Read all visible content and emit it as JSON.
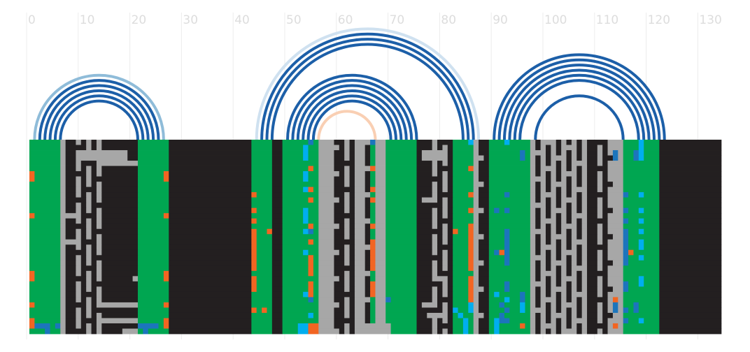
{
  "chart_data": {
    "type": "heatmap",
    "title": "",
    "xlabel": "",
    "ylabel": "",
    "xlim": [
      0,
      134
    ],
    "x_ticks": [
      0,
      10,
      20,
      30,
      40,
      50,
      60,
      70,
      80,
      90,
      100,
      110,
      120,
      130
    ],
    "grid": true,
    "row_count": 37,
    "palette": {
      "green": "#00a651",
      "black": "#231f20",
      "gray": "#a7a7a7",
      "orange": "#f26522",
      "dark_blue": "#1c75bc",
      "light_blue": "#00aeef"
    },
    "column_blocks": [
      {
        "start": 0,
        "end": 6,
        "base": "green"
      },
      {
        "start": 6,
        "end": 7,
        "base": "gray"
      },
      {
        "start": 7,
        "end": 21,
        "base": "black"
      },
      {
        "start": 21,
        "end": 27,
        "base": "green"
      },
      {
        "start": 27,
        "end": 43,
        "base": "black"
      },
      {
        "start": 43,
        "end": 47,
        "base": "green"
      },
      {
        "start": 47,
        "end": 49,
        "base": "black"
      },
      {
        "start": 49,
        "end": 56,
        "base": "green"
      },
      {
        "start": 56,
        "end": 60,
        "base": "gray"
      },
      {
        "start": 60,
        "end": 63,
        "base": "black"
      },
      {
        "start": 63,
        "end": 66,
        "base": "gray"
      },
      {
        "start": 66,
        "end": 67,
        "base": "green"
      },
      {
        "start": 67,
        "end": 69,
        "base": "gray"
      },
      {
        "start": 69,
        "end": 75,
        "base": "green"
      },
      {
        "start": 75,
        "end": 82,
        "base": "black"
      },
      {
        "start": 82,
        "end": 85,
        "base": "green"
      },
      {
        "start": 85,
        "end": 86,
        "base": "green"
      },
      {
        "start": 86,
        "end": 88,
        "base": "gray"
      },
      {
        "start": 88,
        "end": 89,
        "base": "black"
      },
      {
        "start": 89,
        "end": 97,
        "base": "green"
      },
      {
        "start": 97,
        "end": 103,
        "base": "gray"
      },
      {
        "start": 103,
        "end": 108,
        "base": "gray"
      },
      {
        "start": 108,
        "end": 113,
        "base": "black"
      },
      {
        "start": 113,
        "end": 115,
        "base": "gray"
      },
      {
        "start": 115,
        "end": 122,
        "base": "green"
      },
      {
        "start": 122,
        "end": 134,
        "base": "black"
      }
    ],
    "pattern_columns": [
      {
        "col": 9,
        "color": "gray"
      },
      {
        "col": 11,
        "color": "gray"
      },
      {
        "col": 13,
        "color": "gray"
      },
      {
        "col": 59,
        "color": "black"
      },
      {
        "col": 61,
        "color": "gray"
      },
      {
        "col": 65,
        "color": "black"
      },
      {
        "col": 78,
        "color": "gray"
      },
      {
        "col": 80,
        "color": "gray"
      },
      {
        "col": 87,
        "color": "black"
      },
      {
        "col": 98,
        "color": "black"
      },
      {
        "col": 100,
        "color": "black"
      },
      {
        "col": 102,
        "color": "black"
      },
      {
        "col": 104,
        "color": "black"
      },
      {
        "col": 106,
        "color": "black"
      },
      {
        "col": 110,
        "color": "gray"
      },
      {
        "col": 112,
        "color": "gray"
      }
    ],
    "accent_cells": [
      {
        "col": 0,
        "rows": [
          6,
          7,
          14,
          25,
          26,
          31,
          34,
          35
        ],
        "color": "orange"
      },
      {
        "col": 1,
        "rows": [
          35
        ],
        "color": "dark_blue"
      },
      {
        "col": 2,
        "rows": [
          35
        ],
        "color": "dark_blue"
      },
      {
        "col": 3,
        "rows": [
          35,
          36
        ],
        "color": "dark_blue"
      },
      {
        "col": 5,
        "rows": [
          35
        ],
        "color": "dark_blue"
      },
      {
        "col": 21,
        "rows": [
          35
        ],
        "color": "dark_blue"
      },
      {
        "col": 22,
        "rows": [
          35,
          36
        ],
        "color": "dark_blue"
      },
      {
        "col": 23,
        "rows": [
          35
        ],
        "color": "dark_blue"
      },
      {
        "col": 24,
        "rows": [
          35
        ],
        "color": "dark_blue"
      },
      {
        "col": 26,
        "rows": [
          6,
          7,
          14,
          25,
          26,
          31,
          34,
          35
        ],
        "color": "orange"
      },
      {
        "col": 43,
        "rows": [
          10,
          13,
          15,
          17,
          18,
          19,
          20,
          21,
          22,
          23,
          24,
          26,
          27,
          28,
          32
        ],
        "color": "orange"
      },
      {
        "col": 45,
        "rows": [
          32
        ],
        "color": "orange"
      },
      {
        "col": 46,
        "rows": [
          17
        ],
        "color": "orange"
      },
      {
        "col": 53,
        "rows": [
          1,
          2,
          3,
          6,
          7,
          9,
          13,
          14,
          15,
          17,
          21,
          29,
          35,
          36
        ],
        "color": "light_blue"
      },
      {
        "col": 54,
        "rows": [
          0,
          17,
          30
        ],
        "color": "dark_blue"
      },
      {
        "col": 54,
        "rows": [
          5,
          9,
          11,
          16,
          19,
          22,
          23,
          24,
          25,
          27,
          28,
          29,
          35,
          36
        ],
        "color": "orange"
      },
      {
        "col": 54,
        "rows": [
          33
        ],
        "color": "light_blue"
      },
      {
        "col": 55,
        "rows": [
          35,
          36
        ],
        "color": "orange"
      },
      {
        "col": 52,
        "rows": [
          35,
          36
        ],
        "color": "light_blue"
      },
      {
        "col": 66,
        "rows": [
          0
        ],
        "color": "dark_blue"
      },
      {
        "col": 66,
        "rows": [
          5,
          9,
          11,
          16,
          19,
          20,
          21,
          22,
          23,
          24,
          27,
          28,
          29
        ],
        "color": "orange"
      },
      {
        "col": 69,
        "rows": [
          30
        ],
        "color": "dark_blue"
      },
      {
        "col": 82,
        "rows": [
          17
        ],
        "color": "orange"
      },
      {
        "col": 82,
        "rows": [
          32
        ],
        "color": "light_blue"
      },
      {
        "col": 83,
        "rows": [
          33
        ],
        "color": "light_blue"
      },
      {
        "col": 84,
        "rows": [
          34,
          35,
          36
        ],
        "color": "light_blue"
      },
      {
        "col": 85,
        "rows": [
          0
        ],
        "color": "light_blue"
      },
      {
        "col": 85,
        "rows": [
          5,
          10,
          13,
          16,
          17,
          18,
          19,
          20,
          21,
          22,
          23,
          24,
          26,
          27,
          28,
          29,
          30
        ],
        "color": "orange"
      },
      {
        "col": 85,
        "rows": [
          31,
          32
        ],
        "color": "light_blue"
      },
      {
        "col": 90,
        "rows": [
          29,
          34,
          35,
          36
        ],
        "color": "light_blue"
      },
      {
        "col": 90,
        "rows": [
          13,
          21
        ],
        "color": "dark_blue"
      },
      {
        "col": 91,
        "rows": [
          31,
          33,
          34
        ],
        "color": "dark_blue"
      },
      {
        "col": 92,
        "rows": [
          10,
          13,
          17,
          18,
          19,
          20,
          21,
          22,
          23,
          27,
          28,
          32,
          34
        ],
        "color": "dark_blue"
      },
      {
        "col": 92,
        "rows": [
          0,
          30
        ],
        "color": "light_blue"
      },
      {
        "col": 91,
        "rows": [
          21
        ],
        "color": "orange"
      },
      {
        "col": 95,
        "rows": [
          2,
          3
        ],
        "color": "dark_blue"
      },
      {
        "col": 95,
        "rows": [
          29,
          30
        ],
        "color": "dark_blue"
      },
      {
        "col": 95,
        "rows": [
          35
        ],
        "color": "orange"
      },
      {
        "col": 95,
        "rows": [
          31,
          32
        ],
        "color": "light_blue"
      },
      {
        "col": 113,
        "rows": [
          2,
          3,
          31,
          32
        ],
        "color": "dark_blue"
      },
      {
        "col": 113,
        "rows": [
          30
        ],
        "color": "orange"
      },
      {
        "col": 113,
        "rows": [
          35
        ],
        "color": "orange"
      },
      {
        "col": 115,
        "rows": [
          10,
          13,
          15,
          17,
          18,
          19,
          20,
          21,
          22,
          23,
          27,
          28,
          32
        ],
        "color": "dark_blue"
      },
      {
        "col": 115,
        "rows": [
          34
        ],
        "color": "dark_blue"
      },
      {
        "col": 116,
        "rows": [
          21
        ],
        "color": "orange"
      },
      {
        "col": 117,
        "rows": [
          2,
          3
        ],
        "color": "dark_blue"
      },
      {
        "col": 118,
        "rows": [
          0,
          1,
          2,
          3,
          10,
          13,
          15,
          17,
          19,
          20,
          22,
          26,
          27,
          34
        ],
        "color": "light_blue"
      },
      {
        "col": 117,
        "rows": [
          31,
          32
        ],
        "color": "dark_blue"
      }
    ],
    "gray_horizontal_segments": [
      {
        "row": 2,
        "start": 9,
        "end": 19
      },
      {
        "row": 3,
        "start": 9,
        "end": 19
      },
      {
        "row": 4,
        "start": 13,
        "end": 21
      },
      {
        "row": 14,
        "start": 7,
        "end": 9
      },
      {
        "row": 19,
        "start": 6,
        "end": 9
      },
      {
        "row": 26,
        "start": 20,
        "end": 21
      },
      {
        "row": 31,
        "start": 13,
        "end": 21
      },
      {
        "row": 34,
        "start": 13,
        "end": 21
      },
      {
        "row": 36,
        "start": 18,
        "end": 21
      },
      {
        "row": 2,
        "start": 76,
        "end": 81
      },
      {
        "row": 3,
        "start": 76,
        "end": 81
      },
      {
        "row": 11,
        "start": 76,
        "end": 79
      },
      {
        "row": 26,
        "start": 78,
        "end": 80
      },
      {
        "row": 31,
        "start": 76,
        "end": 78
      },
      {
        "row": 33,
        "start": 77,
        "end": 81
      },
      {
        "row": 36,
        "start": 63,
        "end": 70
      },
      {
        "row": 35,
        "start": 63,
        "end": 70
      }
    ],
    "arcs": [
      {
        "start": 1,
        "end": 26,
        "color": "#8fbcd9"
      },
      {
        "start": 2,
        "end": 25,
        "color": "#1c5fa8"
      },
      {
        "start": 3,
        "end": 24,
        "color": "#1c5fa8"
      },
      {
        "start": 4,
        "end": 23,
        "color": "#1c5fa8"
      },
      {
        "start": 5,
        "end": 22,
        "color": "#1c5fa8"
      },
      {
        "start": 6,
        "end": 21,
        "color": "#1c5fa8"
      },
      {
        "start": 44,
        "end": 87,
        "color": "#cfe1f0"
      },
      {
        "start": 45,
        "end": 86,
        "color": "#1c5fa8"
      },
      {
        "start": 46,
        "end": 85,
        "color": "#1c5fa8"
      },
      {
        "start": 47,
        "end": 84,
        "color": "#1c5fa8"
      },
      {
        "start": 50,
        "end": 75,
        "color": "#1c5fa8"
      },
      {
        "start": 51,
        "end": 74,
        "color": "#1c5fa8"
      },
      {
        "start": 52,
        "end": 73,
        "color": "#1c5fa8"
      },
      {
        "start": 53,
        "end": 72,
        "color": "#1c5fa8"
      },
      {
        "start": 54,
        "end": 71,
        "color": "#1c5fa8"
      },
      {
        "start": 55,
        "end": 70,
        "color": "#1c5fa8"
      },
      {
        "start": 56,
        "end": 67,
        "color": "#f9cfb3"
      },
      {
        "start": 90,
        "end": 123,
        "color": "#1c5fa8"
      },
      {
        "start": 91,
        "end": 122,
        "color": "#1c5fa8"
      },
      {
        "start": 92,
        "end": 121,
        "color": "#1c5fa8"
      },
      {
        "start": 93,
        "end": 120,
        "color": "#1c5fa8"
      },
      {
        "start": 94,
        "end": 119,
        "color": "#1c5fa8"
      },
      {
        "start": 95,
        "end": 118,
        "color": "#1c5fa8"
      },
      {
        "start": 98,
        "end": 115,
        "color": "#1c5fa8"
      }
    ]
  }
}
